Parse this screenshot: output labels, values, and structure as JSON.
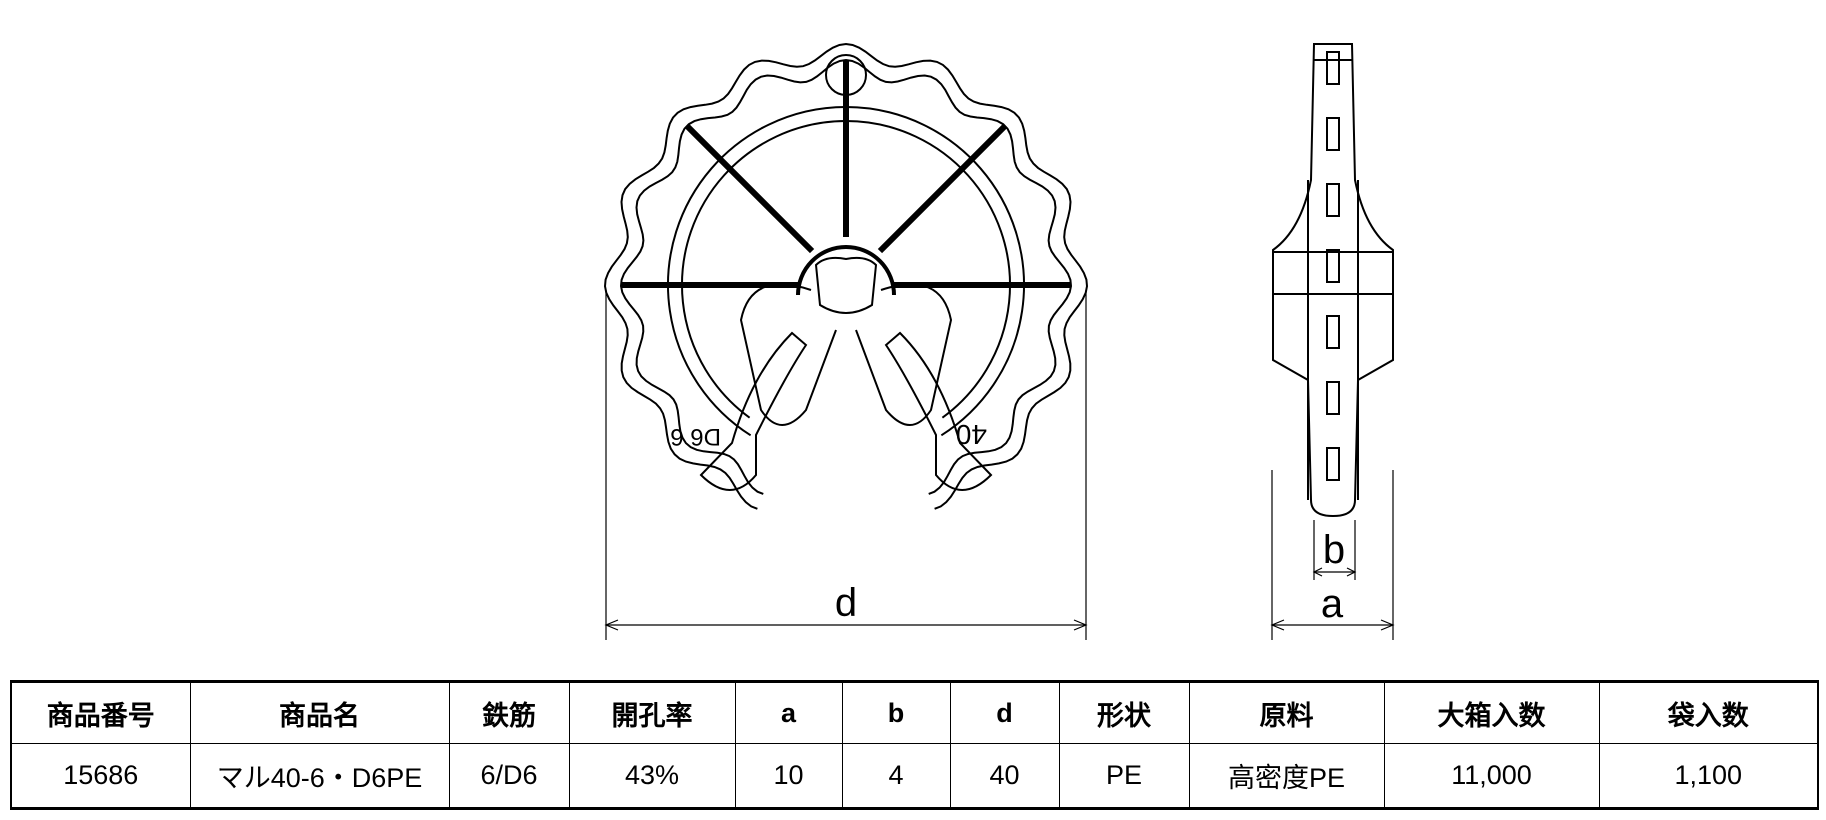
{
  "drawing": {
    "dimensions": {
      "d": "d",
      "a": "a",
      "b": "b"
    },
    "part_markings": {
      "left_leg": "D6 6",
      "right_leg": "40"
    }
  },
  "table": {
    "headers": [
      "商品番号",
      "商品名",
      "鉄筋",
      "開孔率",
      "a",
      "b",
      "d",
      "形状",
      "原料",
      "大箱入数",
      "袋入数"
    ],
    "rows": [
      [
        "15686",
        "マル40-6・D6PE",
        "6/D6",
        "43%",
        "10",
        "4",
        "40",
        "PE",
        "高密度PE",
        "11,000",
        "1,100"
      ]
    ]
  }
}
